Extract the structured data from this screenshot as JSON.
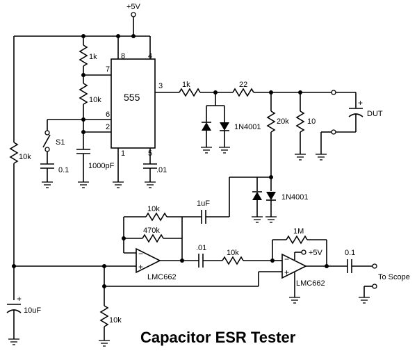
{
  "title": "Capacitor ESR Tester",
  "supply": {
    "top": "+5V",
    "opamp2": "+5V"
  },
  "ic555": {
    "label": "555",
    "pins": {
      "p8": "8",
      "p4": "4",
      "p7": "7",
      "p3": "3",
      "p6": "6",
      "p2": "2",
      "p1": "1",
      "p5": "5"
    }
  },
  "components": {
    "r_1k_top": "1k",
    "r_10k_timing": "10k",
    "r_10k_left": "10k",
    "switch_s1": "S1",
    "c_01_switch": "0.1",
    "c_1000pf": "1000pF",
    "c_pin5": ".01",
    "r_1k_out": "1k",
    "r_22": "22",
    "diodes_1": "1N4001",
    "r_20k": "20k",
    "r_10": "10",
    "dut": "DUT",
    "diodes_2": "1N4001",
    "c_1uf": "1uF",
    "r_10k_fb": "10k",
    "r_470k": "470k",
    "opamp1": "LMC662",
    "c_01_couple": ".01",
    "r_10k_series": "10k",
    "r_1m": "1M",
    "opamp2": "LMC662",
    "c_01_out": "0.1",
    "to_scope": "To Scope",
    "c_10uf": "10uF",
    "r_10k_bottom": "10k"
  }
}
